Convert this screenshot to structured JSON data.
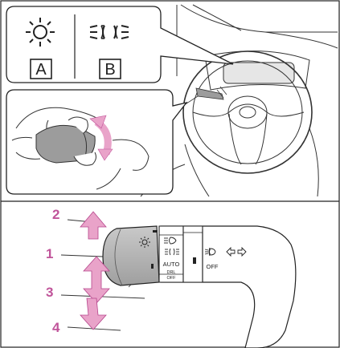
{
  "top_panel": {
    "icon_a_label": "A",
    "icon_b_label": "B"
  },
  "stalk": {
    "auto_label": "AUTO",
    "off_label": "OFF",
    "drl_label_line1": "DRL",
    "drl_label_line2": "OFF"
  },
  "callouts": {
    "n1": "1",
    "n2": "2",
    "n3": "3",
    "n4": "4"
  },
  "colors": {
    "accent_pink": "#e9a3c9",
    "number_pink": "#c0549a",
    "stalk_grey": "#b5b5b5"
  }
}
